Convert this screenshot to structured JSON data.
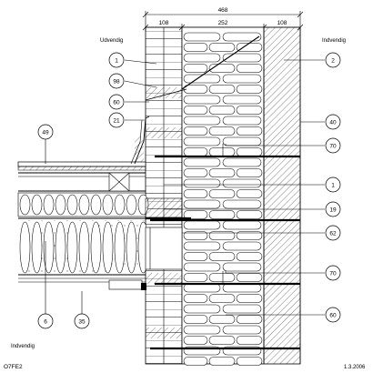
{
  "labels": {
    "outside": "Udvendig",
    "inside_top": "Indvendig",
    "inside_bottom": "Indvendig",
    "drawing_id": "O7FE2",
    "date": "1.3.2006"
  },
  "dimensions": {
    "total": "468",
    "outer_leaf": "108",
    "insulation": "252",
    "inner_leaf": "108"
  },
  "callouts": {
    "c1_top": "1",
    "c98": "98",
    "c60": "60",
    "c21": "21",
    "c49": "49",
    "c2": "2",
    "c40": "40",
    "c70_top": "70",
    "c1_mid": "1",
    "c19": "19",
    "c62": "62",
    "c70_bot": "70",
    "c60_right": "60",
    "c6": "6",
    "c35": "35"
  }
}
